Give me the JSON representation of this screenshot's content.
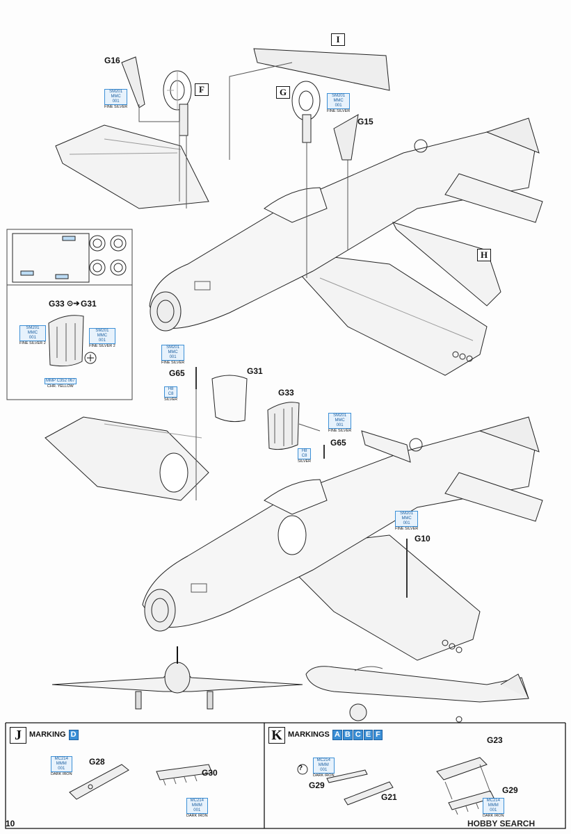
{
  "callouts": {
    "g16": "G16",
    "g15": "G15",
    "g33_g31": "G33",
    "g31": "G31",
    "g31b": "G31",
    "g65a": "G65",
    "g33": "G33",
    "g65b": "G65",
    "g10": "G10",
    "g28": "G28",
    "g30": "G30",
    "g29a": "G29",
    "g21": "G21",
    "g23": "G23",
    "g29b": "G29"
  },
  "sub_boxes": {
    "i": "I",
    "f": "F",
    "g": "G",
    "h": "H"
  },
  "paints": [
    {
      "code": "SM201",
      "line2": "MMC",
      "line3": "001",
      "name": "FINE SILVER"
    },
    {
      "code": "SM201",
      "line2": "MMC",
      "line3": "001",
      "name": "FINE SILVER"
    },
    {
      "code": "SM201",
      "line2": "MMC",
      "line3": "001",
      "name": "FINE SILVER 2"
    },
    {
      "code": "SM201",
      "line2": "MMC",
      "line3": "001",
      "name": "FINE SILVER 2"
    },
    {
      "code": "MMP",
      "line2": "C352",
      "line3": "067",
      "name": "CHR. YELLOW"
    },
    {
      "code": "SM201",
      "line2": "MMC",
      "line3": "001",
      "name": "FINE SILVER"
    },
    {
      "code": "H8",
      "line2": "C8",
      "line3": "",
      "name": "SILVER"
    },
    {
      "code": "SM201",
      "line2": "MMC",
      "line3": "001",
      "name": "FINE SILVER"
    },
    {
      "code": "H8",
      "line2": "C8",
      "line3": "",
      "name": "SILVER"
    },
    {
      "code": "SM201",
      "line2": "MMC",
      "line3": "001",
      "name": "FINE SILVER"
    },
    {
      "code": "MC214",
      "line2": "MMM",
      "line3": "001",
      "name": "DARK IRON"
    },
    {
      "code": "MC214",
      "line2": "MMM",
      "line3": "001",
      "name": "DARK IRON"
    },
    {
      "code": "MC214",
      "line2": "MMM",
      "line3": "001",
      "name": "DARK IRON"
    },
    {
      "code": "MC214",
      "line2": "MMM",
      "line3": "001",
      "name": "DARK IRON"
    }
  ],
  "steps": {
    "j": {
      "letter": "J",
      "label": "MARKING",
      "markings": [
        "D"
      ]
    },
    "k": {
      "letter": "K",
      "label": "MARKINGS",
      "markings": [
        "A",
        "B",
        "C",
        "E",
        "F"
      ]
    }
  },
  "page_number": "10",
  "watermark": "HOBBY SEARCH",
  "colors": {
    "paint_box": "#3b8fd6",
    "line": "#111111"
  }
}
